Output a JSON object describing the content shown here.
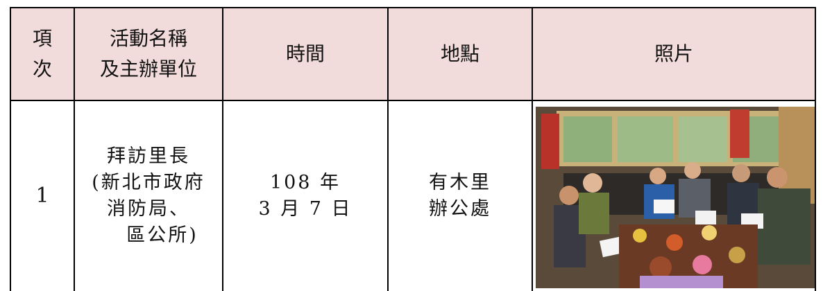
{
  "table": {
    "headers": {
      "index": [
        "項",
        "次"
      ],
      "activity": [
        "活動名稱",
        "及主辦單位"
      ],
      "time": "時間",
      "location": "地點",
      "photo": "照片"
    },
    "rows": [
      {
        "index": "1",
        "activity": [
          "拜訪里長",
          "(新北市政府",
          "消防局、",
          "區公所)"
        ],
        "time": [
          "108 年",
          "3 月 7 日"
        ],
        "location": [
          "有木里",
          "辦公處"
        ],
        "photo_desc": "meeting-photo"
      }
    ]
  },
  "colors": {
    "header_bg": "#f2dbdb",
    "border": "#000000"
  }
}
